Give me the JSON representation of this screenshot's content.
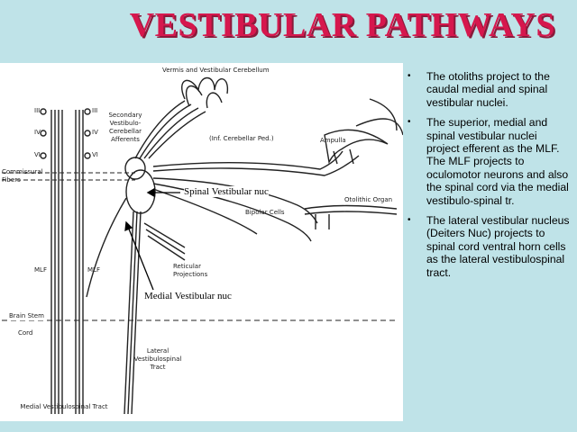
{
  "slide": {
    "title": "VESTIBULAR PATHWAYS",
    "bullets": [
      "The otoliths project to the caudal medial and spinal vestibular nuclei.",
      "The superior, medial and spinal vestibular nuclei project efferent as the MLF. The MLF projects to oculomotor neurons and also  the spinal cord via the medial vestibulo-spinal tr.",
      "The lateral vestibular nucleus (Deiters Nuc) projects to spinal cord ventral horn cells as the lateral  vestibulospinal tract."
    ],
    "bullet_marker": "•"
  },
  "diagram": {
    "labels": {
      "vermis": "Vermis and Vestibular Cerebellum",
      "secondary": "Secondary Vestibulo-Cerebellar Afferents",
      "inf_ped": "(Inf. Cerebellar Ped.)",
      "ampulla": "Ampulla",
      "otolithic": "Otolithic Organ",
      "bipolar": "Bipolar Cells",
      "commissural": "Commissural Fibers",
      "reticular": "Reticular Projections",
      "mlf_left": "MLF",
      "mlf_right": "MLF",
      "brain_stem": "Brain Stem",
      "cord": "Cord",
      "lateral_tract": "Lateral Vestibulospinal Tract",
      "medial_tract": "Medial Vestibulospinal Tract",
      "n3_left": "III",
      "n4_left": "IV",
      "n6_left": "VI",
      "n3_right": "III",
      "n4_right": "IV",
      "n6_right": "VI"
    },
    "annotations": {
      "spinal": "Spinal Vestibular nuc",
      "medial": "Medial  Vestibular nuc"
    }
  }
}
